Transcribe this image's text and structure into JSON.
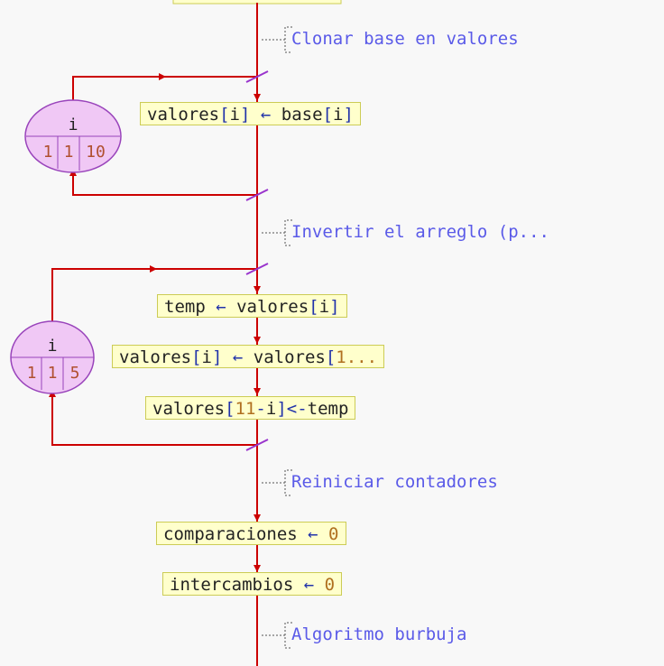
{
  "colors": {
    "flow": "#cc0000",
    "slash": "#9933cc",
    "box_fill": "#ffffcc",
    "box_border": "#cccc55",
    "comment": "#5a5ae8",
    "loop_fill": "#f0c8f5",
    "loop_border": "#9944bb"
  },
  "comments": {
    "c1": "Clonar base en valores",
    "c2": "Invertir el arreglo (p...",
    "c3": "Reiniciar contadores",
    "c4": "Algoritmo burbuja"
  },
  "loop1": {
    "var": "i",
    "start": "1",
    "step": "1",
    "end": "10"
  },
  "loop2": {
    "var": "i",
    "start": "1",
    "step": "1",
    "end": "5"
  },
  "stmts": {
    "s1": {
      "a": "valores",
      "b": "[",
      "c": "i",
      "d": "]",
      "e": " ← ",
      "f": "base",
      "g": "[",
      "h": "i",
      "i": "]"
    },
    "s2": {
      "a": "temp",
      "b": " ← ",
      "c": "valores",
      "d": "[",
      "e": "i",
      "f": "]"
    },
    "s3": {
      "a": "valores",
      "b": "[",
      "c": "i",
      "d": "]",
      "e": " ← ",
      "f": "valores",
      "g": "[",
      "h": "1..."
    },
    "s4": {
      "a": "valores",
      "b": "[",
      "c": "11",
      "d": "-",
      "e": "i",
      "f": "]<-",
      "g": "temp"
    },
    "s5": {
      "a": "comparaciones",
      "b": " ← ",
      "c": "0"
    },
    "s6": {
      "a": "intercambios",
      "b": " ← ",
      "c": "0"
    }
  }
}
